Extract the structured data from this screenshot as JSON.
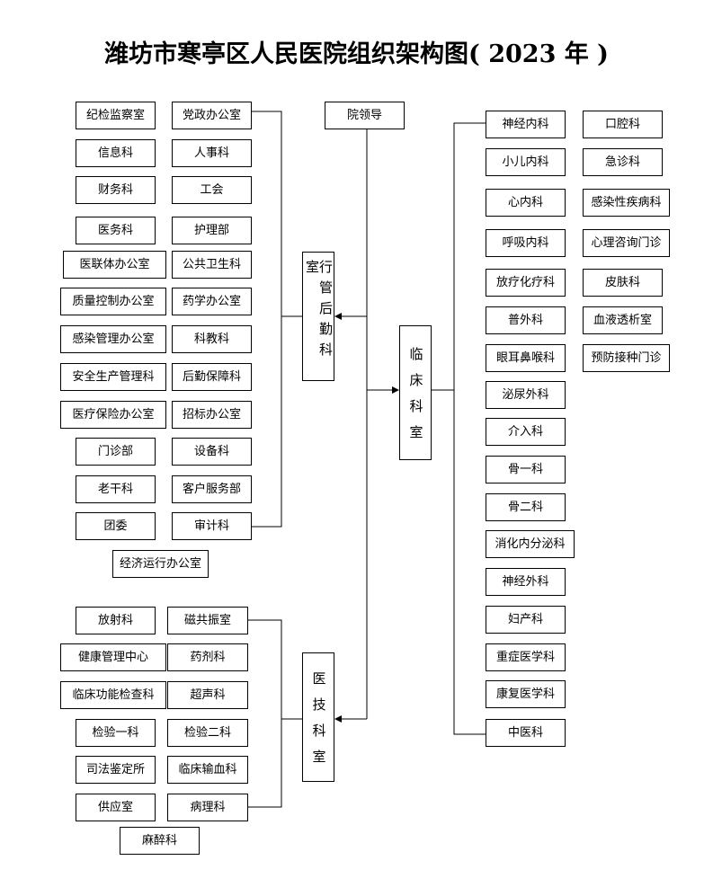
{
  "title": "潍坊市寒亭区人民医院组织架构图( 2023 年 )",
  "leadership": "院领导",
  "admin": {
    "label": "行管后勤科室",
    "units": [
      "纪检监察室",
      "党政办公室",
      "信息科",
      "人事科",
      "财务科",
      "工会",
      "医务科",
      "护理部",
      "医联体办公室",
      "公共卫生科",
      "质量控制办公室",
      "药学办公室",
      "感染管理办公室",
      "科教科",
      "安全生产管理科",
      "后勤保障科",
      "医疗保险办公室",
      "招标办公室",
      "门诊部",
      "设备科",
      "老干科",
      "客户服务部",
      "团委",
      "审计科",
      "经济运行办公室"
    ]
  },
  "clinical": {
    "label": "临床科室",
    "units": [
      "神经内科",
      "口腔科",
      "小儿内科",
      "急诊科",
      "心内科",
      "感染性疾病科",
      "呼吸内科",
      "心理咨询门诊",
      "放疗化疗科",
      "皮肤科",
      "普外科",
      "血液透析室",
      "眼耳鼻喉科",
      "预防接种门诊",
      "泌尿外科",
      "介入科",
      "骨一科",
      "骨二科",
      "消化内分泌科",
      "神经外科",
      "妇产科",
      "重症医学科",
      "康复医学科",
      "中医科"
    ]
  },
  "medtech": {
    "label": "医技科室",
    "units": [
      "放射科",
      "磁共振室",
      "健康管理中心",
      "药剂科",
      "临床功能检查科",
      "超声科",
      "检验一科",
      "检验二科",
      "司法鉴定所",
      "临床输血科",
      "供应室",
      "病理科",
      "麻醉科"
    ]
  }
}
